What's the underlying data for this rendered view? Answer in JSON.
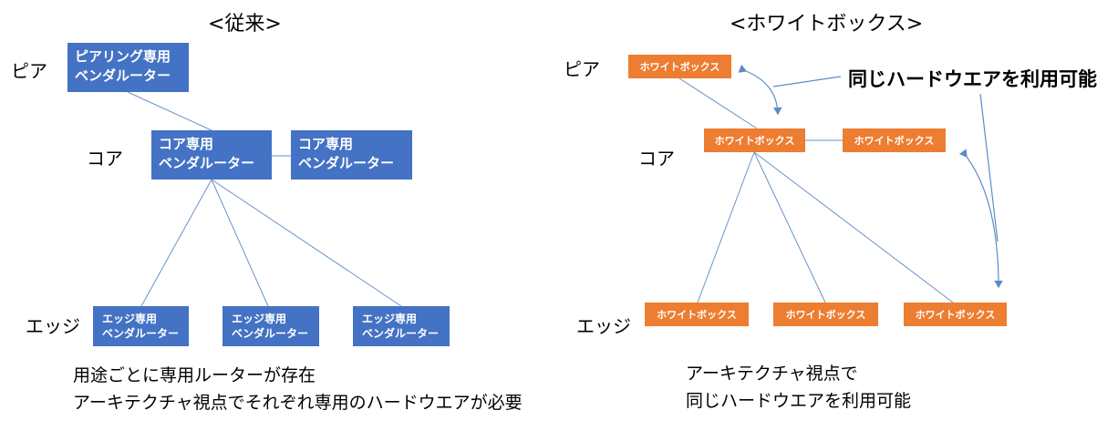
{
  "left": {
    "title": "<従来>",
    "levels": {
      "peer": "ピア",
      "core": "コア",
      "edge": "エッジ"
    },
    "peer_box": [
      "ピアリング専用",
      "ベンダルーター"
    ],
    "core_boxes": [
      [
        "コア専用",
        "ベンダルーター"
      ],
      [
        "コア専用",
        "ベンダルーター"
      ]
    ],
    "edge_boxes": [
      [
        "エッジ専用",
        "ベンダルーター"
      ],
      [
        "エッジ専用",
        "ベンダルーター"
      ],
      [
        "エッジ専用",
        "ベンダルーター"
      ]
    ],
    "note": [
      "用途ごとに専用ルーターが存在",
      "アーキテクチャ視点でそれぞれ専用のハードウエアが必要"
    ],
    "color": "#4472C4"
  },
  "right": {
    "title": "<ホワイトボックス>",
    "levels": {
      "peer": "ピア",
      "core": "コア",
      "edge": "エッジ"
    },
    "peer_box": "ホワイトボックス",
    "core_boxes": [
      "ホワイトボックス",
      "ホワイトボックス"
    ],
    "edge_boxes": [
      "ホワイトボックス",
      "ホワイトボックス",
      "ホワイトボックス"
    ],
    "callout": "同じハードウエアを利用可能",
    "note": [
      "アーキテクチャ視点で",
      "同じハードウエアを利用可能"
    ],
    "color": "#ED7D31"
  }
}
